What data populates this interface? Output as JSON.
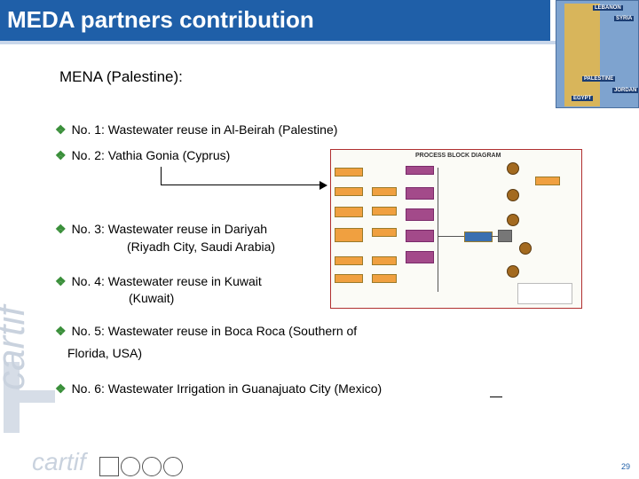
{
  "header": {
    "title": "MEDA partners contribution",
    "map_labels": [
      "LEBANON",
      "SYRIA",
      "PALESTINE",
      "JORDAN",
      "EGYPT"
    ]
  },
  "watermark": {
    "text": "cartif"
  },
  "section": {
    "title": "MENA (Palestine):"
  },
  "items": [
    {
      "line1": "No. 1: Wastewater reuse in Al-Beirah (Palestine)"
    },
    {
      "line1": "No. 2: Vathia Gonia (Cyprus)"
    },
    {
      "line1": "No. 3: Wastewater reuse in Dariyah",
      "line2": "(Riyadh City, Saudi Arabia)"
    },
    {
      "line1": "No. 4: Wastewater reuse in Kuwait",
      "line2": "(Kuwait)"
    },
    {
      "line1": "No. 5: Wastewater reuse in Boca Roca (Southern of",
      "line2": "Florida, USA)"
    },
    {
      "line1": "No. 6: Wastewater Irrigation in Guanajuato City (Mexico)"
    }
  ],
  "diagram": {
    "title": "PROCESS BLOCK DIAGRAM"
  },
  "footer": {
    "page_number": "29"
  },
  "colors": {
    "title_bar": "#1f5fa8",
    "bullet": "#3a8f3a"
  }
}
